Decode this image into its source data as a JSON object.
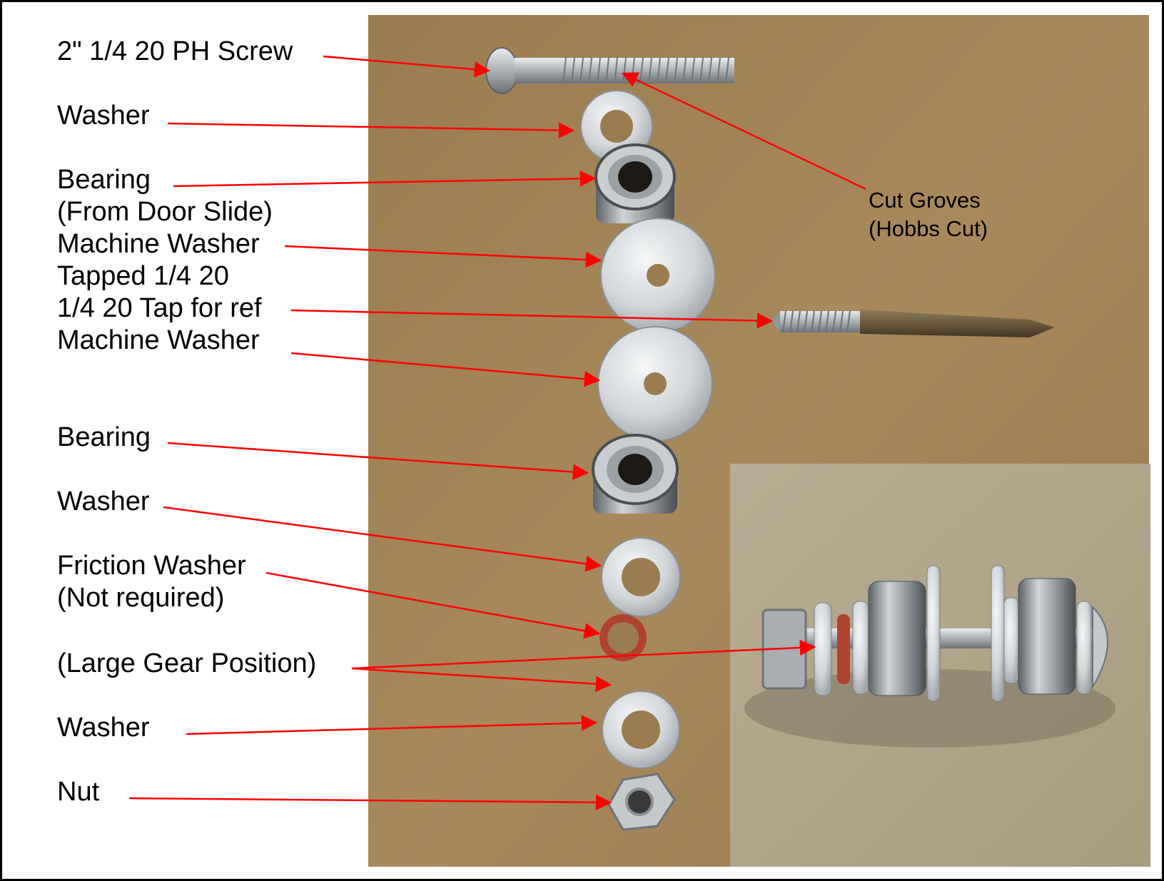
{
  "labels": {
    "screw": "2\" 1/4 20 PH Screw",
    "washer_1": "Washer",
    "bearing_1": "Bearing",
    "bearing_1_note": "(From Door Slide)",
    "machine_washer_1": "Machine Washer",
    "tapped": "Tapped 1/4 20",
    "tap_ref": "1/4 20 Tap for ref",
    "machine_washer_2": "Machine Washer",
    "bearing_2": "Bearing",
    "washer_2": "Washer",
    "friction_washer": "Friction Washer",
    "friction_note": "(Not required)",
    "large_gear": "(Large Gear Position)",
    "washer_3": "Washer",
    "nut": "Nut",
    "cut_groves": "Cut Groves",
    "cut_groves_note": "(Hobbs Cut)"
  },
  "colors": {
    "background": "#ffffff",
    "cardboard": "#a38458",
    "inset_background": "#b3a78c",
    "arrow": "#ff0000",
    "metal": "#cfd3d6",
    "friction_washer": "#b0432f"
  },
  "icons": [
    "screw-icon",
    "washer-icon",
    "bearing-icon",
    "machine-washer-icon",
    "tap-icon",
    "friction-washer-icon",
    "nut-icon",
    "assembly-photo"
  ]
}
